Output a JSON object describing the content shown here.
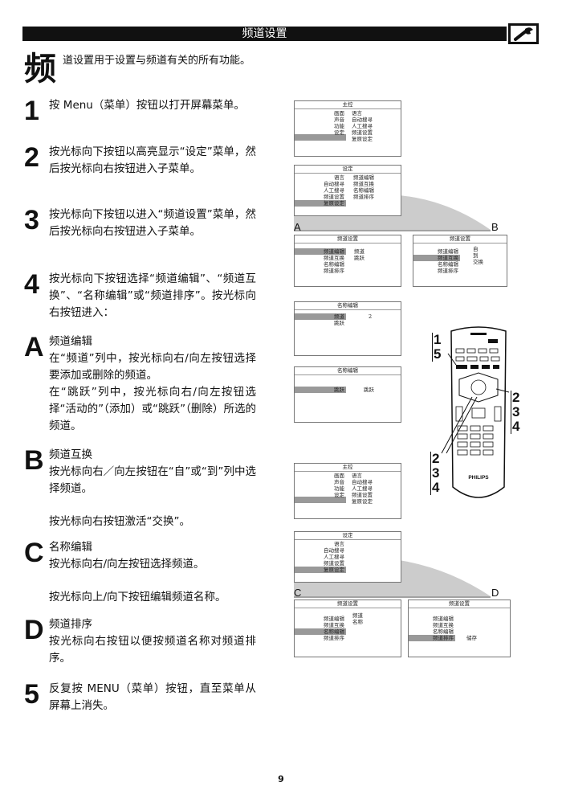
{
  "header": {
    "title": "频道设置",
    "icon": "wrench-icon"
  },
  "intro": {
    "big_char": "频",
    "text": "道设置用于设置与频道有关的所有功能。"
  },
  "steps": [
    {
      "num": "1",
      "paras": [
        "按 Menu（菜单）按钮以打开屏幕菜单。"
      ]
    },
    {
      "num": "2",
      "paras": [
        "按光标向下按钮以高亮显示“设定”菜单，然后按光标向右按钮进入子菜单。"
      ]
    },
    {
      "num": "3",
      "paras": [
        "按光标向下按钮以进入“频道设置”菜单，然后按光标向右按钮进入子菜单。"
      ]
    },
    {
      "num": "4",
      "paras": [
        "按光标向下按钮选择“频道编辑”、“频道互换”、“名称编辑”或“频道排序”。按光标向右按钮进入："
      ]
    },
    {
      "num": "A",
      "paras": [
        "频道编辑",
        "在“频道”列中，按光标向右/向左按钮选择要添加或删除的频道。",
        "在“跳跃”列中，按光标向右/向左按钮选择“活动的”（添加）或“跳跃”（删除）所选的频道。"
      ]
    },
    {
      "num": "B",
      "paras": [
        "频道互换",
        "按光标向右／向左按钮在“自”或“到”列中选择频道。",
        "按光标向右按钮激活“交换”。"
      ]
    },
    {
      "num": "C",
      "paras": [
        "名称编辑",
        "按光标向右/向左按钮选择频道。",
        "按光标向上/向下按钮编辑频道名称。"
      ]
    },
    {
      "num": "D",
      "paras": [
        "频道排序",
        "按光标向右按钮以便按频道名称对频道排序。"
      ]
    },
    {
      "num": "5",
      "paras": [
        "反复按 MENU（菜单）按钮，直至菜单从屏幕上消失。"
      ]
    }
  ],
  "menus": {
    "main1": {
      "title": "主控",
      "left": [
        "画面",
        "声音",
        "功能",
        "设定"
      ],
      "right": [
        "语言",
        "自动搜寻",
        "人工搜寻",
        "频道设置",
        "复原设定"
      ]
    },
    "setup1": {
      "title": "设定",
      "left": [
        "语言",
        "自动搜寻",
        "人工搜寻",
        "频道设置",
        "复原设定"
      ],
      "right": [
        "频道编辑",
        "频道互换",
        "名称编辑",
        "频道排序"
      ]
    },
    "chanA": {
      "title": "频道设置",
      "left": [
        "频道编辑",
        "频道互换",
        "名称编辑",
        "频道排序"
      ],
      "right": [
        "频道",
        "跳跃"
      ]
    },
    "chanB": {
      "title": "频道设置",
      "left": [
        "频道编辑",
        "频道互换",
        "名称编辑",
        "频道排序"
      ],
      "right": [
        "自",
        "到",
        "交换"
      ]
    },
    "name1": {
      "title": "名称编辑",
      "left": [
        "频道",
        "跳跃"
      ],
      "value": "2"
    },
    "name2": {
      "title": "名称编辑",
      "left": [
        "",
        "跳跃"
      ],
      "value": "跳跃"
    },
    "main2": {
      "title": "主控",
      "left": [
        "画面",
        "声音",
        "功能",
        "设定"
      ],
      "right": [
        "语言",
        "自动搜寻",
        "人工搜寻",
        "频道设置",
        "复原设定"
      ]
    },
    "setup2": {
      "title": "设定",
      "left": [
        "语言",
        "自动搜寻",
        "人工搜寻",
        "频道设置",
        "复原设定"
      ]
    },
    "chanC": {
      "title": "频道设置",
      "left": [
        "频道编辑",
        "频道互换",
        "名称编辑",
        "频道排序"
      ],
      "right": [
        "频道",
        "名称"
      ]
    },
    "chanD": {
      "title": "频道设置",
      "left": [
        "频道编辑",
        "频道互换",
        "名称编辑",
        "频道排序"
      ],
      "right": [
        "储存"
      ]
    }
  },
  "fan_labels": {
    "a": "A",
    "b": "B",
    "c": "C",
    "d": "D"
  },
  "remote": {
    "brand": "PHILIPS",
    "brackets": [
      "1",
      "5",
      "2",
      "3",
      "4",
      "2",
      "3",
      "4"
    ]
  },
  "page_number": "9"
}
